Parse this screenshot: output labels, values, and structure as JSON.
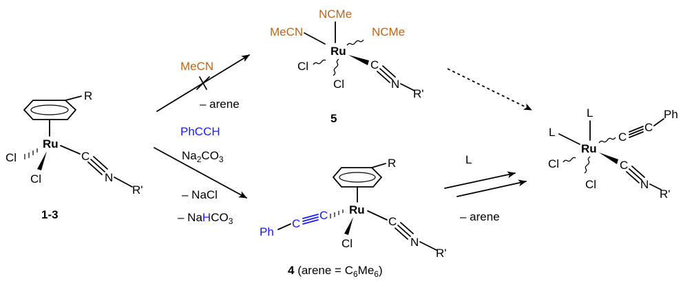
{
  "colors": {
    "acetonitrile": "#b8651d",
    "alkyne_reagent": "#1a1aff",
    "text": "#000000"
  },
  "start": {
    "label": "1-3",
    "r": "R",
    "ru": "Ru",
    "cl1": "Cl",
    "cl2": "Cl",
    "c": "C",
    "n": "N",
    "rp": "R'"
  },
  "complex5": {
    "label": "5",
    "ncme_top": "NCMe",
    "mecn_left": "MeCN",
    "ncme_right": "NCMe",
    "ru": "Ru",
    "cl_left": "Cl",
    "cl_bottom": "Cl",
    "c": "C",
    "n": "N",
    "rp": "R'"
  },
  "complex4": {
    "label_num": "4",
    "label_pre": " (arene = C",
    "sub1": "6",
    "label_mid": "Me",
    "sub2": "6",
    "label_post": ")",
    "r": "R",
    "ru": "Ru",
    "ph": "Ph",
    "c1": "C",
    "c2": "C",
    "cl": "Cl",
    "c": "C",
    "n": "N",
    "rp": "R'"
  },
  "product": {
    "l_top": "L",
    "l_left": "L",
    "ru": "Ru",
    "cl_left": "Cl",
    "cl_bottom": "Cl",
    "c1": "C",
    "c2": "C",
    "ph": "Ph",
    "c": "C",
    "n": "N",
    "rp": "R'"
  },
  "reagents": {
    "mecn": "MeCN",
    "minus_arene_top": "– arene",
    "phcch": "PhCCH",
    "na2co3_pre": "Na",
    "na2co3_sub1": "2",
    "na2co3_mid": "CO",
    "na2co3_sub2": "3",
    "minus_nacl": "– NaCl",
    "nahco3_pre": "– Na",
    "nahco3_h": "H",
    "nahco3_mid": "CO",
    "nahco3_sub": "3",
    "l": "L",
    "minus_arene_right": "– arene"
  }
}
